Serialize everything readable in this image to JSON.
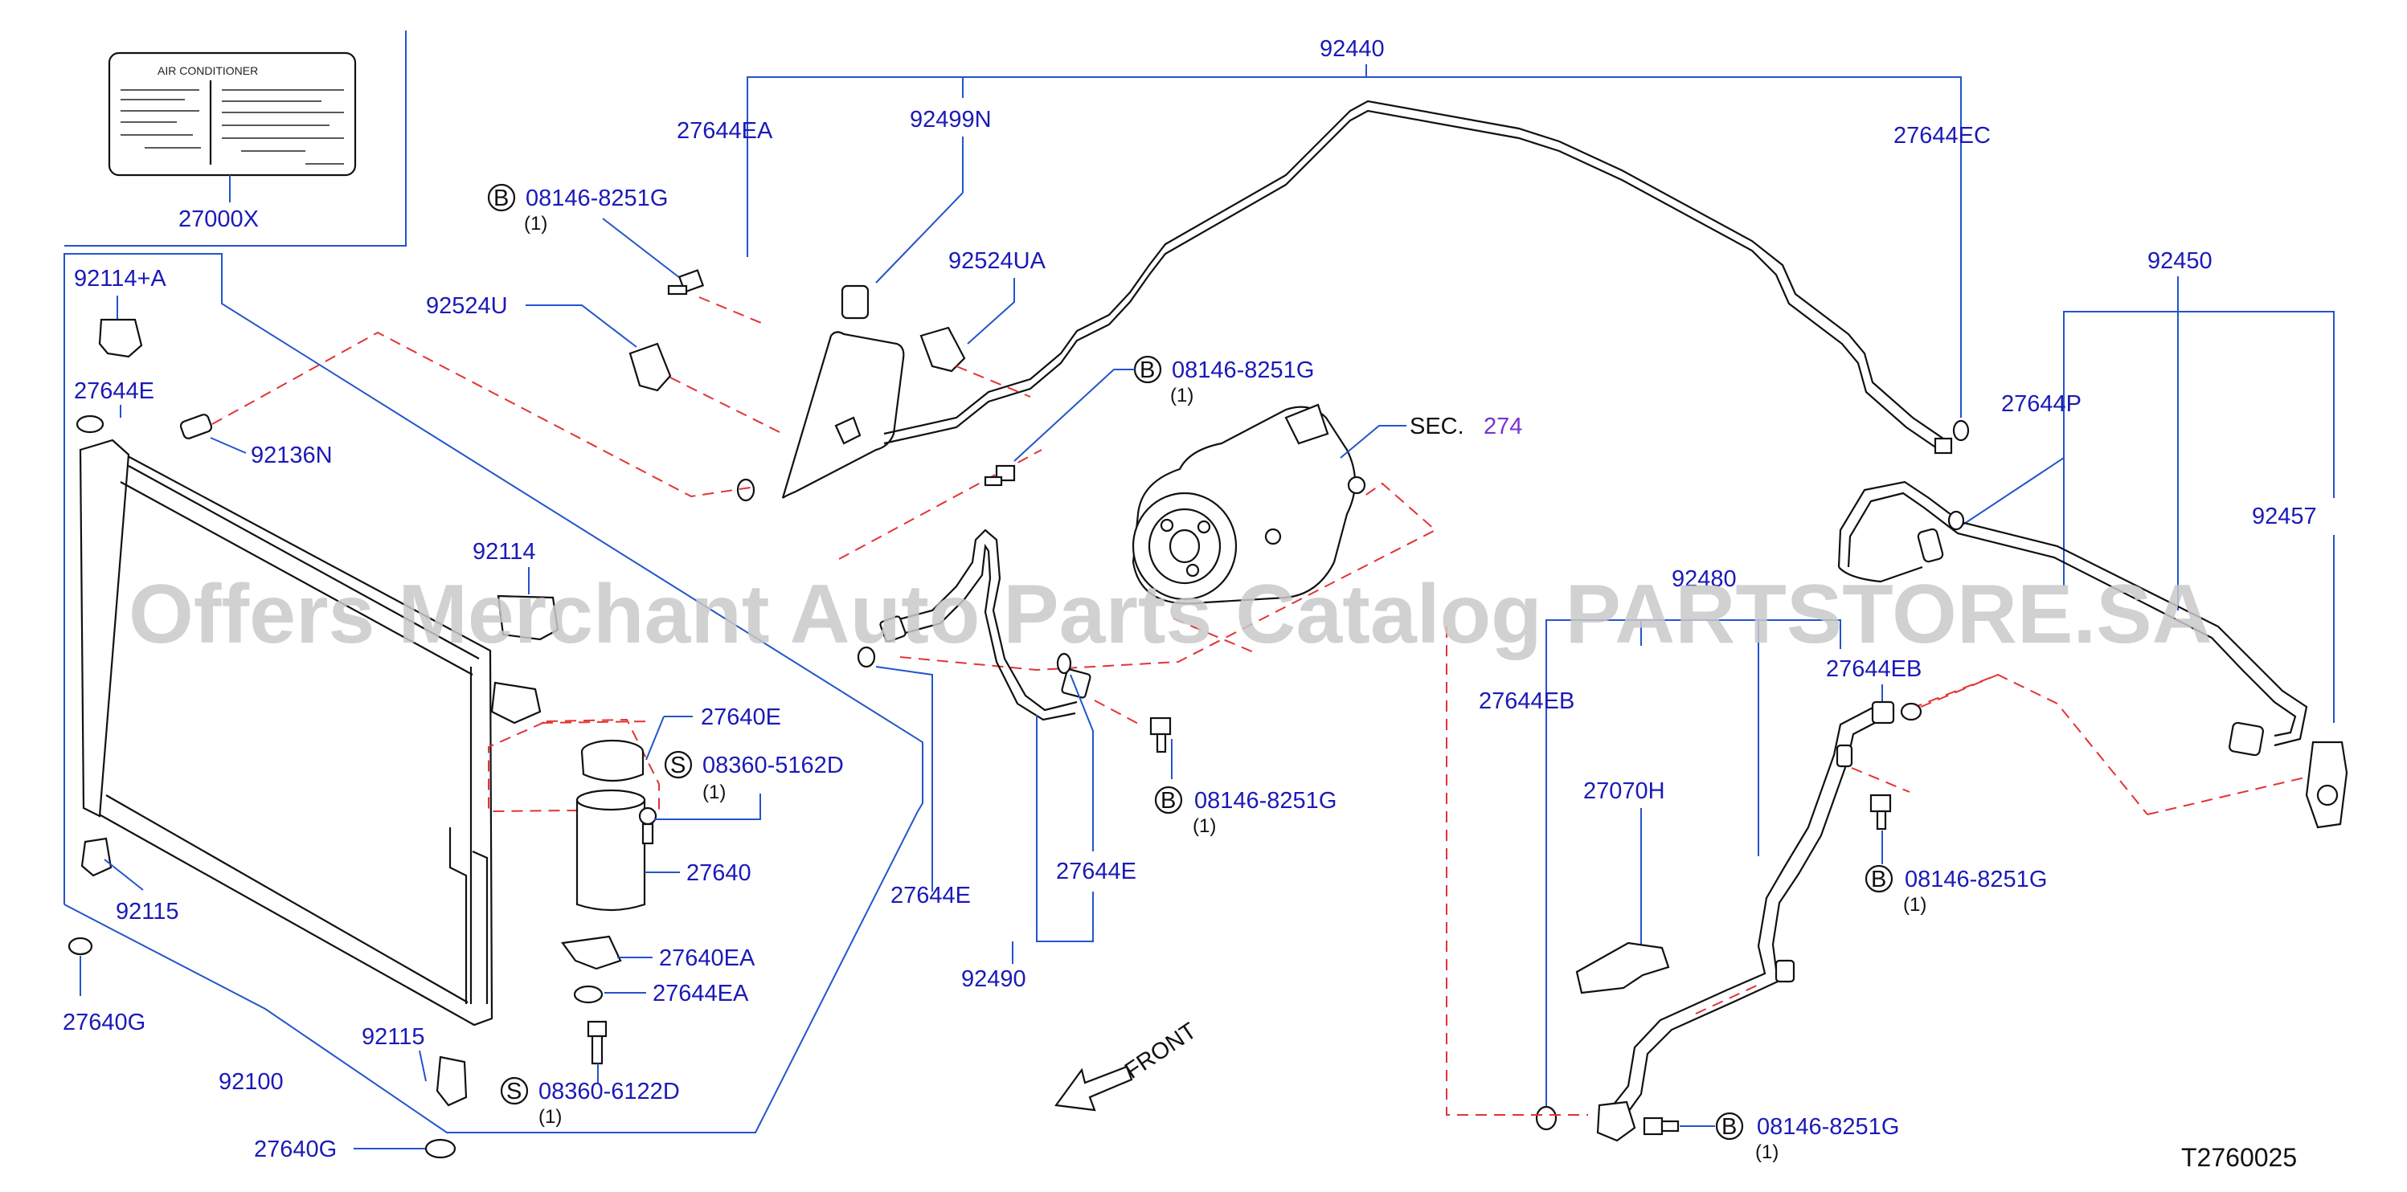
{
  "watermark": "Offers Merchant Auto Parts Catalog PARTSTORE.SA",
  "diagram_code": "T2760025",
  "front_label": "FRONT",
  "decal": {
    "title": "AIR    CONDITIONER",
    "part": "27000X"
  },
  "section_ref": {
    "prefix": "SEC.",
    "number": "274"
  },
  "parts": {
    "p92440": "92440",
    "p27644EA_top": "27644EA",
    "p92499N": "92499N",
    "p27644EC": "27644EC",
    "p92524UA": "92524UA",
    "p92524U": "92524U",
    "p92114A": "92114+A",
    "p27644E_left": "27644E",
    "p92136N": "92136N",
    "p92114": "92114",
    "p27640E": "27640E",
    "p27640": "27640",
    "p27640EA": "27640EA",
    "p27644EA_low": "27644EA",
    "p92115_left": "92115",
    "p92115_low": "92115",
    "p27640G_left": "27640G",
    "p27640G_low": "27640G",
    "p92100": "92100",
    "p27644E_mid1": "27644E",
    "p27644E_mid2": "27644E",
    "p92490": "92490",
    "p92450": "92450",
    "p27644P": "27644P",
    "p92457": "92457",
    "p92480": "92480",
    "p27644EB_right": "27644EB",
    "p27644EB_left": "27644EB",
    "p27070H": "27070H"
  },
  "bolts": {
    "b1": {
      "symbol": "B",
      "code": "08146-8251G",
      "qty": "(1)"
    },
    "b2": {
      "symbol": "B",
      "code": "08146-8251G",
      "qty": "(1)"
    },
    "b3": {
      "symbol": "B",
      "code": "08146-8251G",
      "qty": "(1)"
    },
    "b4": {
      "symbol": "B",
      "code": "08146-8251G",
      "qty": "(1)"
    },
    "b5": {
      "symbol": "B",
      "code": "08146-8251G",
      "qty": "(1)"
    },
    "s1": {
      "symbol": "S",
      "code": "08360-5162D",
      "qty": "(1)"
    },
    "s2": {
      "symbol": "S",
      "code": "08360-6122D",
      "qty": "(1)"
    }
  }
}
